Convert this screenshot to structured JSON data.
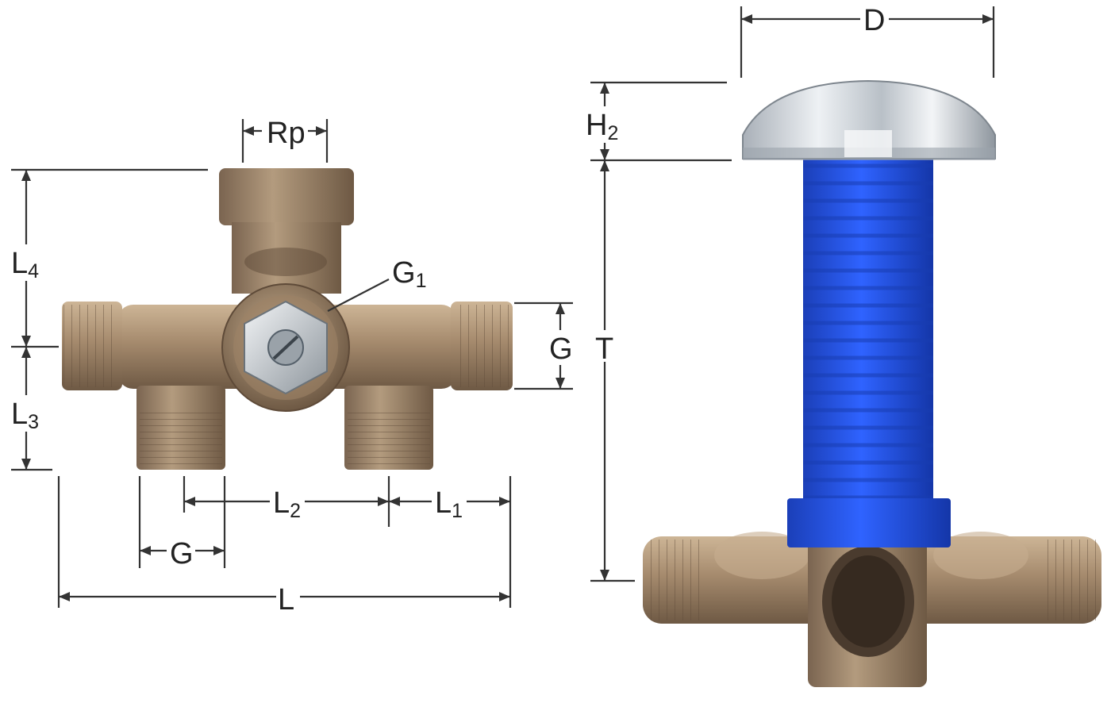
{
  "colors": {
    "bronze": "#a58a6d",
    "bronze_dark": "#6e5944",
    "bronze_light": "#d7c2a6",
    "chrome": "#d8dde2",
    "blue_sleeve": "#1f4fe0",
    "dimension_line": "#333333"
  },
  "labels": {
    "rp": {
      "main": "Rp",
      "sub": ""
    },
    "g1": {
      "main": "G",
      "sub": "1"
    },
    "l4": {
      "main": "L",
      "sub": "4"
    },
    "l3": {
      "main": "L",
      "sub": "3"
    },
    "g_right": {
      "main": "G",
      "sub": ""
    },
    "l2": {
      "main": "L",
      "sub": "2"
    },
    "l1": {
      "main": "L",
      "sub": "1"
    },
    "g_bottom": {
      "main": "G",
      "sub": ""
    },
    "l": {
      "main": "L",
      "sub": ""
    },
    "d": {
      "main": "D",
      "sub": ""
    },
    "h2": {
      "main": "H",
      "sub": "2"
    },
    "t": {
      "main": "T",
      "sub": ""
    }
  }
}
